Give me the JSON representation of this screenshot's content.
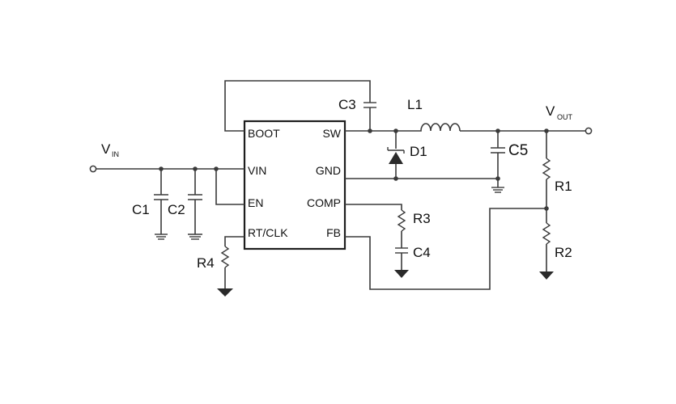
{
  "ic": {
    "pins_left": [
      "BOOT",
      "VIN",
      "EN",
      "RT/CLK"
    ],
    "pins_right": [
      "SW",
      "GND",
      "COMP",
      "FB"
    ]
  },
  "nets": {
    "vin": {
      "main": "V",
      "sub": "IN"
    },
    "vout": {
      "main": "V",
      "sub": "OUT"
    }
  },
  "components": {
    "c1": "C1",
    "c2": "C2",
    "c3": "C3",
    "c4": "C4",
    "c5": "C5",
    "l1": "L1",
    "d1": "D1",
    "r1": "R1",
    "r2": "R2",
    "r3": "R3",
    "r4": "R4"
  }
}
